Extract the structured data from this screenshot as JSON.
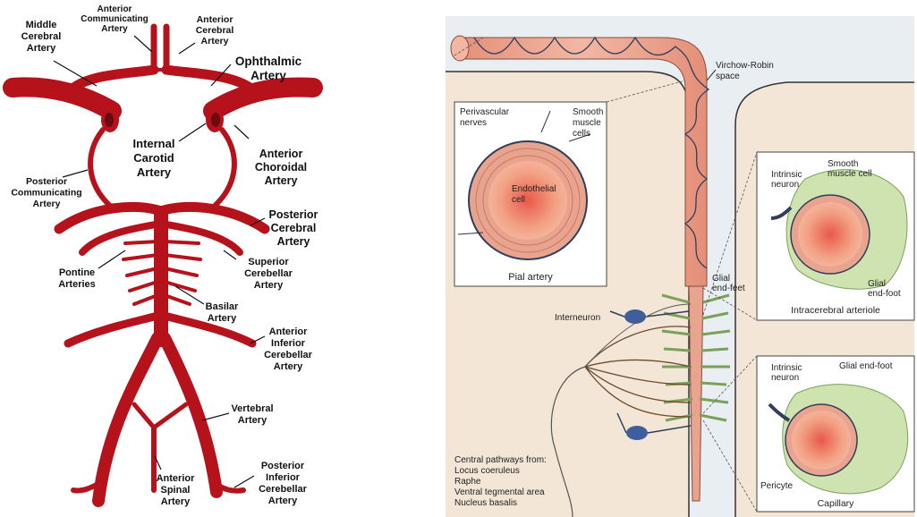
{
  "colors": {
    "artery_red": "#b5121b",
    "vessel_pink": "#e9a48f",
    "brain_beige": "#f3e6d6",
    "glia_green": "#cfe3b0",
    "neuron_blue": "#3d5f9e"
  },
  "left_panel": {
    "labels": {
      "middle_cerebral": [
        "Middle",
        "Cerebral",
        "Artery"
      ],
      "anterior_communicating": [
        "Anterior",
        "Communicating",
        "Artery"
      ],
      "anterior_cerebral": [
        "Anterior",
        "Cerebral",
        "Artery"
      ],
      "ophthalmic": [
        "Ophthalmic",
        "Artery"
      ],
      "internal_carotid": [
        "Internal",
        "Carotid",
        "Artery"
      ],
      "anterior_choroidal": [
        "Anterior",
        "Choroidal",
        "Artery"
      ],
      "posterior_communicating": [
        "Posterior",
        "Communicating",
        "Artery"
      ],
      "posterior_cerebral": [
        "Posterior",
        "Cerebral",
        "Artery"
      ],
      "superior_cerebellar": [
        "Superior",
        "Cerebellar",
        "Artery"
      ],
      "pontine": [
        "Pontine",
        "Arteries"
      ],
      "basilar": [
        "Basilar",
        "Artery"
      ],
      "anterior_inferior_cerebellar": [
        "Anterior",
        "Inferior",
        "Cerebellar",
        "Artery"
      ],
      "vertebral": [
        "Vertebral",
        "Artery"
      ],
      "anterior_spinal": [
        "Anterior",
        "Spinal",
        "Artery"
      ],
      "posterior_inferior_cerebellar": [
        "Posterior",
        "Inferior",
        "Cerebellar",
        "Artery"
      ]
    }
  },
  "right_panel": {
    "labels": {
      "virchow_robin": [
        "Virchow-Robin",
        "space"
      ],
      "perivascular_nerves": [
        "Perivascular",
        "nerves"
      ],
      "smooth_muscle_cells": [
        "Smooth",
        "muscle",
        "cells"
      ],
      "endothelial_cell": [
        "Endothelial",
        "cell"
      ],
      "pial_artery": "Pial artery",
      "glial_end_feet": [
        "Glial",
        "end-feet"
      ],
      "interneuron": "Interneuron",
      "intrinsic_neuron_top": [
        "Intrinsic",
        "neuron"
      ],
      "smooth_muscle_cell": [
        "Smooth",
        "muscle cell"
      ],
      "glial_end_foot_top": [
        "Glial",
        "end-foot"
      ],
      "intracerebral_arteriole": "Intracerebral arteriole",
      "intrinsic_neuron_bottom": [
        "Intrinsic",
        "neuron"
      ],
      "glial_end_foot_bottom": "Glial end-foot",
      "pericyte": "Pericyte",
      "capillary": "Capillary",
      "central_pathways": [
        "Central pathways from:",
        "Locus coeruleus",
        "Raphe",
        "Ventral tegmental area",
        "Nucleus basalis"
      ]
    }
  }
}
